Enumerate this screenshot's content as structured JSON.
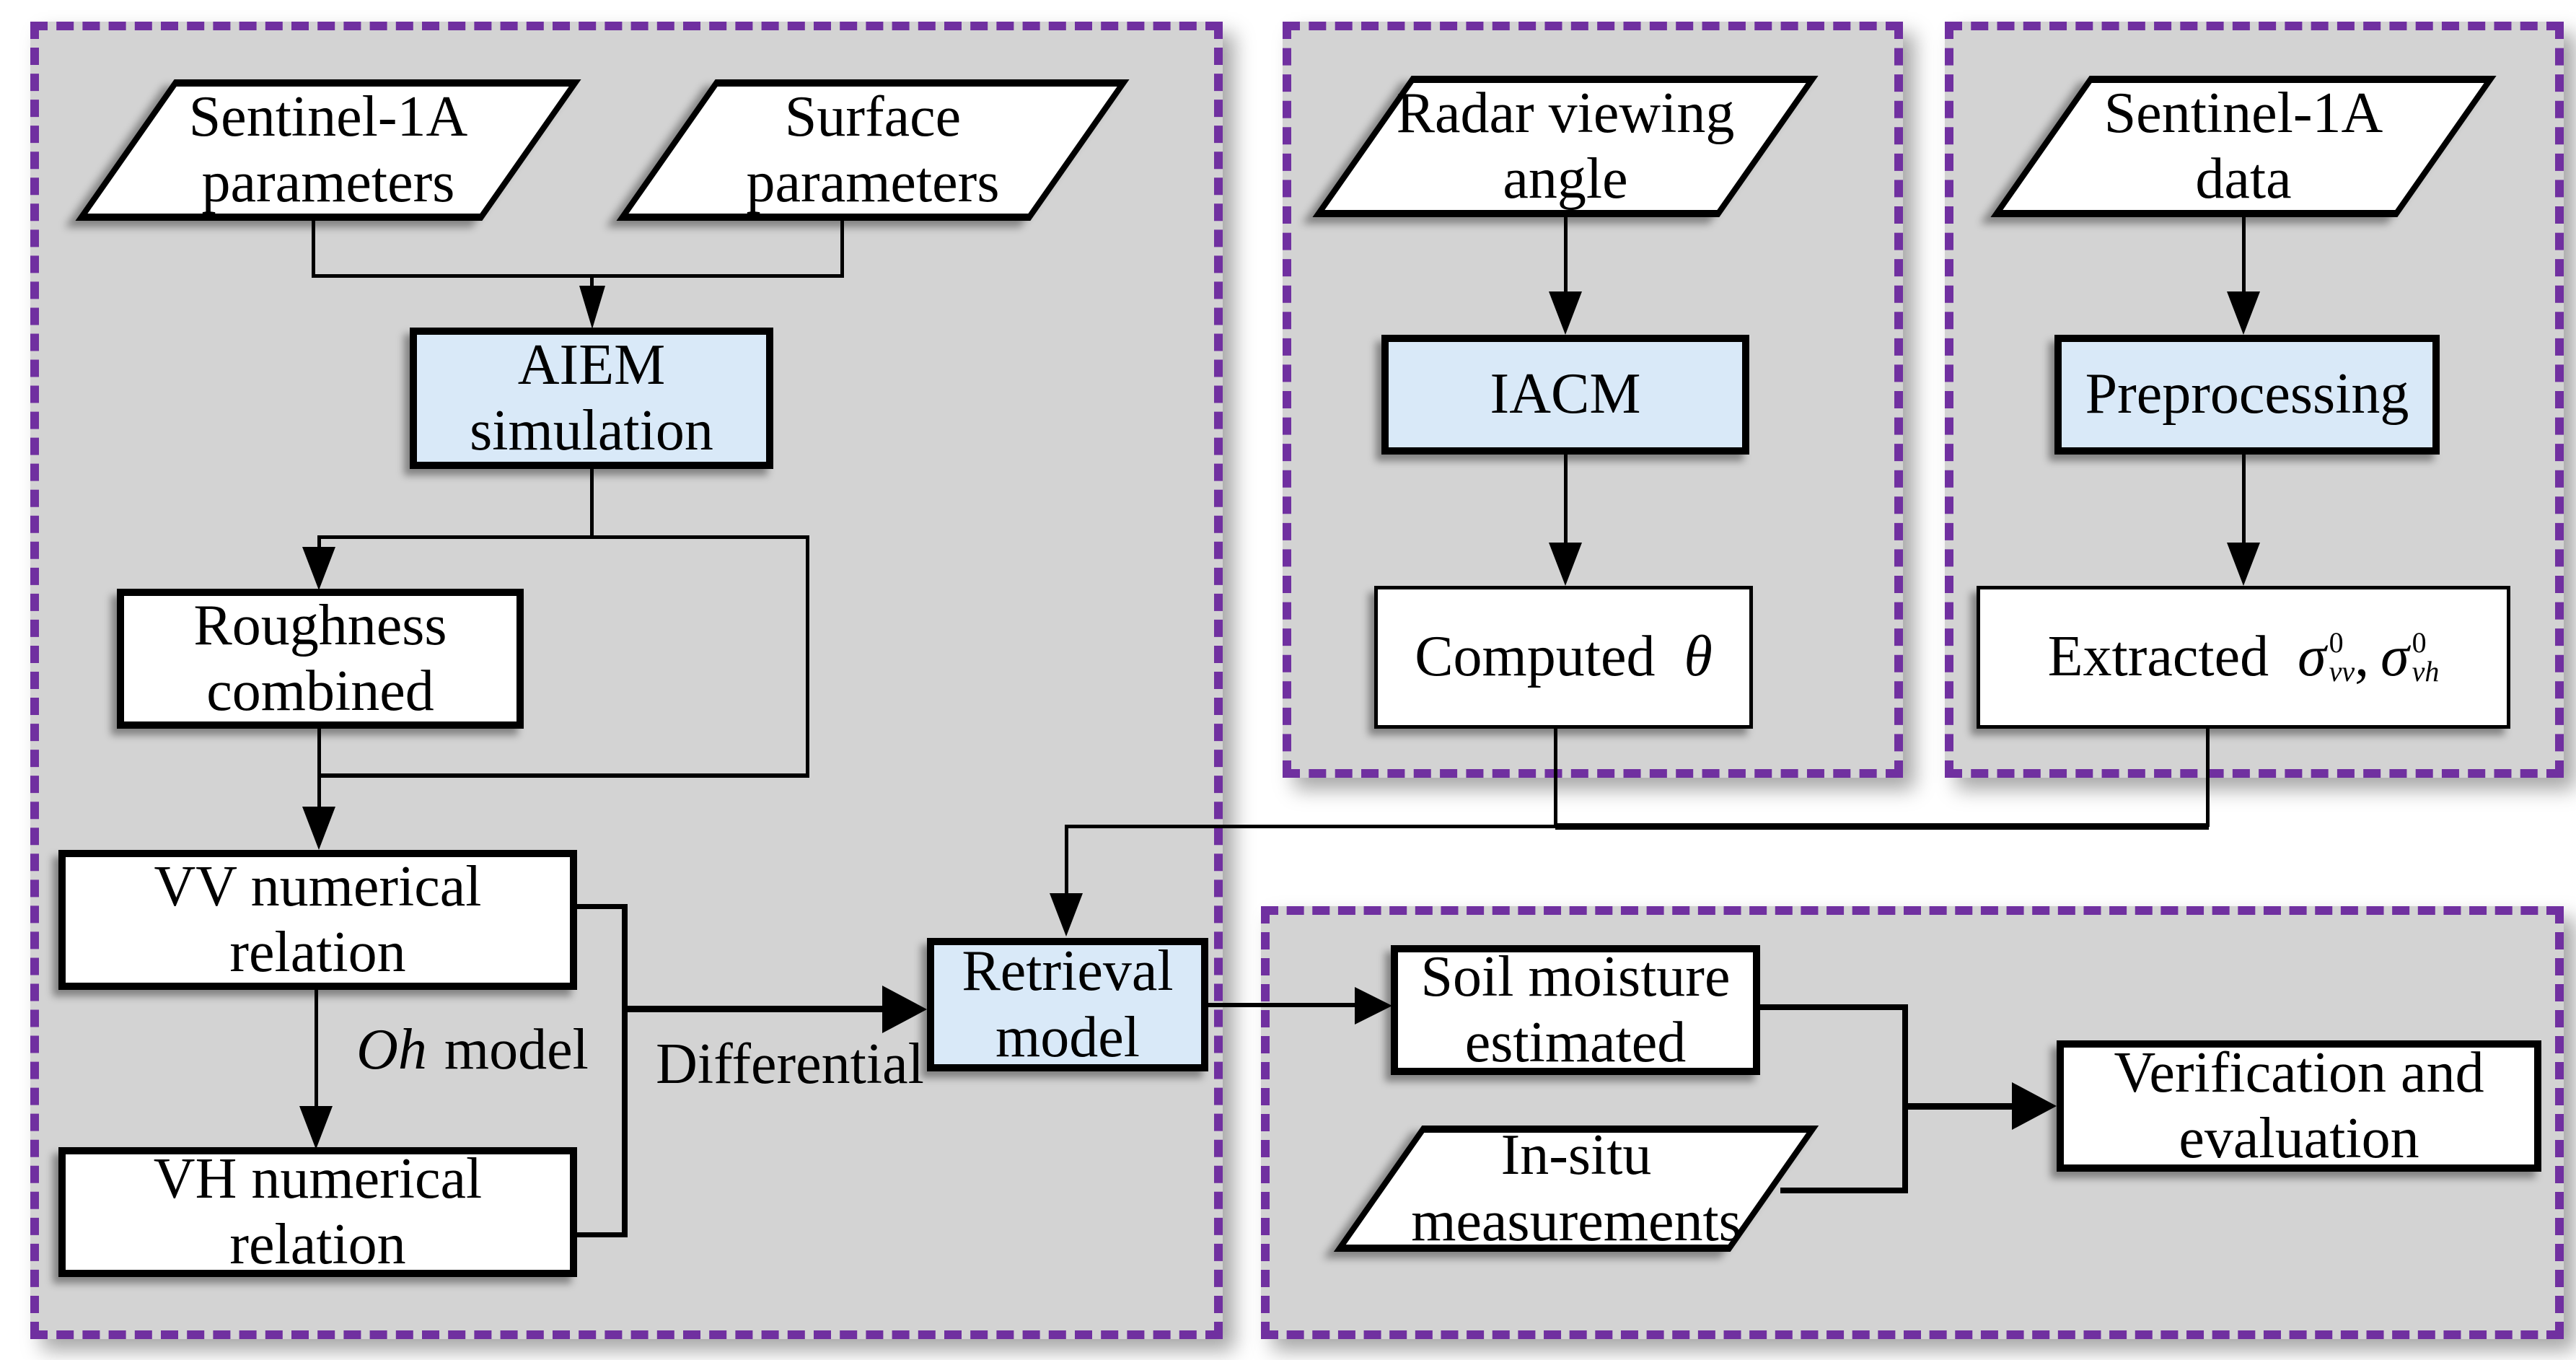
{
  "colors": {
    "page_bg": "#ffffff",
    "panel_bg": "#d3d3d3",
    "dash": "#7030a0",
    "process_fill": "#d9e9f8",
    "shape_fill": "#ffffff",
    "line": "#000000"
  },
  "nodes": {
    "sentinel_params": {
      "label": "Sentinel-1A\nparameters"
    },
    "surface_params": {
      "label": "Surface\nparameters"
    },
    "aiem": {
      "label": "AIEM\nsimulation"
    },
    "roughness": {
      "label": "Roughness\ncombined"
    },
    "vv_relation": {
      "label": "VV numerical relation"
    },
    "vh_relation": {
      "label": "VH numerical relation"
    },
    "retrieval": {
      "label": "Retrieval\nmodel"
    },
    "radar_angle": {
      "label": "Radar viewing\nangle"
    },
    "iacm": {
      "label": "IACM"
    },
    "computed_theta": {
      "prefix": "Computed",
      "symbol": "θ"
    },
    "sentinel_data": {
      "label": "Sentinel-1A\ndata"
    },
    "preprocessing": {
      "label": "Preprocessing"
    },
    "extracted": {
      "prefix": "Extracted",
      "sigma": "σ",
      "sup": "0",
      "sub_vv": "vv",
      "comma": ",",
      "sigma2": "σ",
      "sup2": "0",
      "sub_vh": "vh"
    },
    "soil_moisture": {
      "label": "Soil moisture\nestimated"
    },
    "insitu": {
      "label": "In-situ\nmeasurements"
    },
    "verification": {
      "label": "Verification and\nevaluation"
    }
  },
  "edge_labels": {
    "oh_italic": "Oh",
    "oh_rest": "model",
    "differential": "Differential"
  }
}
